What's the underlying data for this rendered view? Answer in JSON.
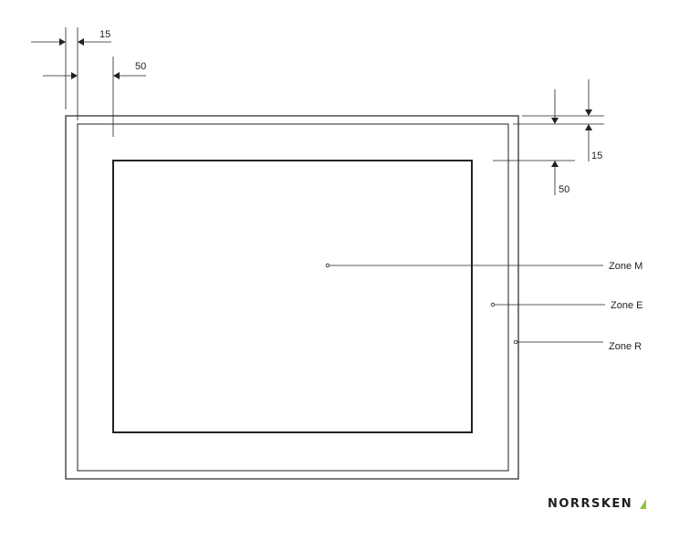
{
  "dimensions": {
    "top_left_inner": "15",
    "top_left_outer": "50",
    "right_inner": "15",
    "right_outer": "50"
  },
  "zones": {
    "m": "Zone M",
    "e": "Zone E",
    "r": "Zone R"
  },
  "brand": {
    "name": "NORRSKEN",
    "accent_color": "#8dc63f",
    "text_color": "#1e1e1e"
  },
  "colors": {
    "line": "#222222"
  }
}
